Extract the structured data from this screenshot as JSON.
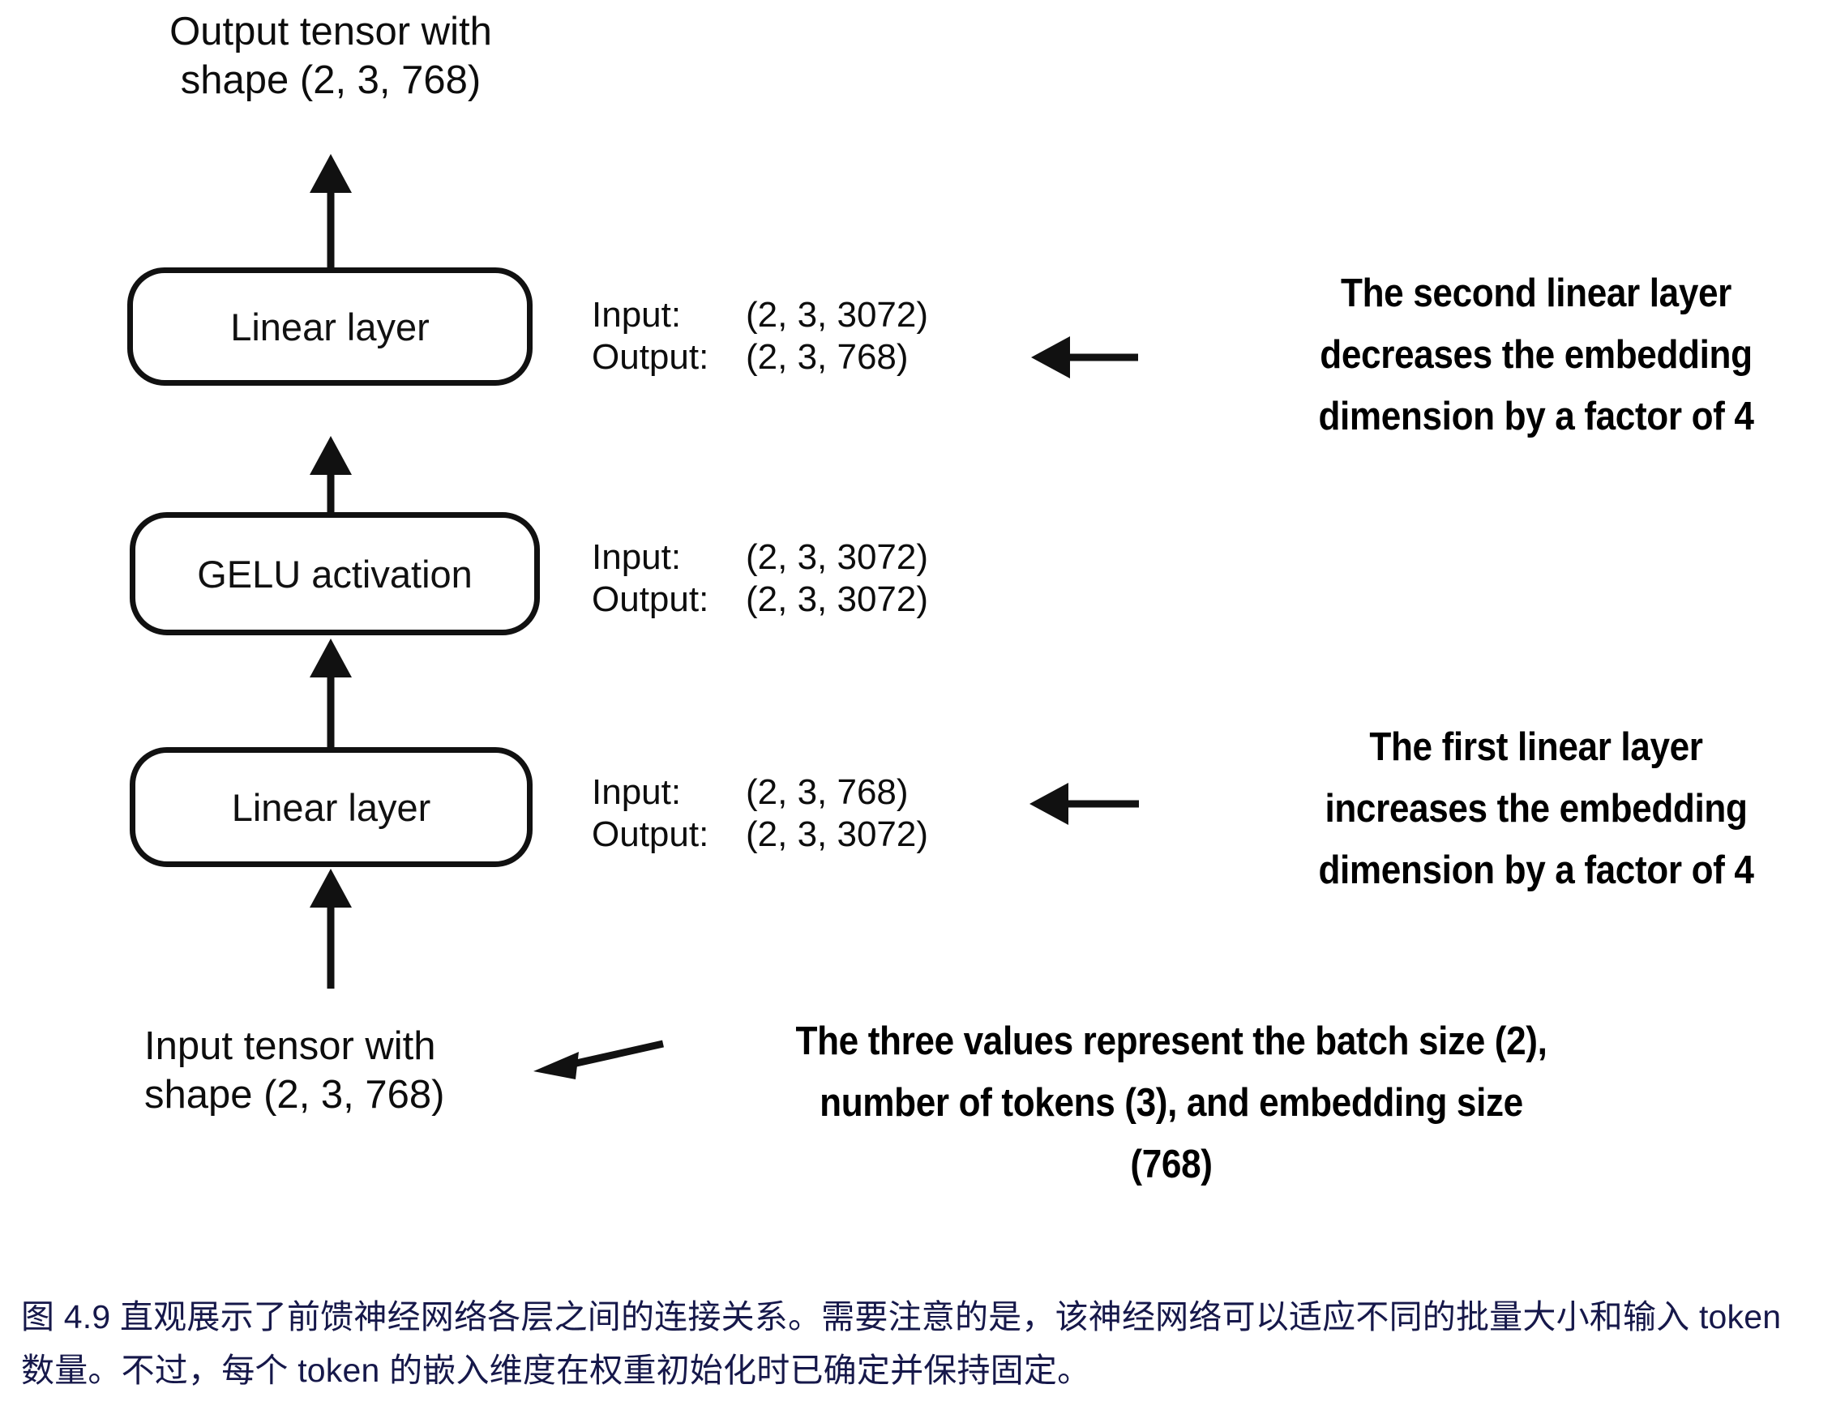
{
  "figure": {
    "top_label": "Output tensor with\nshape (2, 3, 768)",
    "bottom_label": "Input tensor with\nshape (2, 3, 768)",
    "nodes": [
      {
        "id": "linear-2",
        "label": "Linear layer"
      },
      {
        "id": "gelu",
        "label": "GELU activation"
      },
      {
        "id": "linear-1",
        "label": "Linear layer"
      }
    ],
    "io_specs": [
      {
        "for": "linear-2",
        "input_key": "Input:",
        "input_value": "(2, 3, 3072)",
        "output_key": "Output:",
        "output_value": "(2, 3, 768)"
      },
      {
        "for": "gelu",
        "input_key": "Input:",
        "input_value": "(2, 3, 3072)",
        "output_key": "Output:",
        "output_value": "(2, 3, 3072)"
      },
      {
        "for": "linear-1",
        "input_key": "Input:",
        "input_value": "(2, 3, 768)",
        "output_key": "Output:",
        "output_value": "(2, 3, 3072)"
      }
    ],
    "annotations": [
      {
        "id": "second-linear-note",
        "text": "The second linear layer\ndecreases the embedding\ndimension by a factor of 4"
      },
      {
        "id": "first-linear-note",
        "text": "The first linear layer\nincreases the embedding\ndimension by a factor of 4"
      },
      {
        "id": "three-values-note",
        "text": "The three values represent the batch size (2),\nnumber of tokens (3), and embedding size\n(768)"
      }
    ]
  },
  "caption": {
    "text": "图 4.9 直观展示了前馈神经网络各层之间的连接关系。需要注意的是，该神经网络可以适应不同的批量大小和输入 token 数量。不过，每个 token 的嵌入维度在权重初始化时已确定并保持固定。"
  },
  "colors": {
    "ink": "#111111",
    "caption": "#16184a",
    "background": "#ffffff"
  },
  "chart_data": {
    "type": "diagram",
    "title": "Feed forward neural network layer shapes",
    "flow": [
      "Input tensor (2, 3, 768)",
      "Linear layer",
      "GELU activation",
      "Linear layer",
      "Output tensor (2, 3, 768)"
    ],
    "shapes": {
      "batch_size": 2,
      "num_tokens": 3,
      "embedding_dim": 768,
      "hidden_dim": 3072,
      "expansion_factor": 4
    }
  }
}
